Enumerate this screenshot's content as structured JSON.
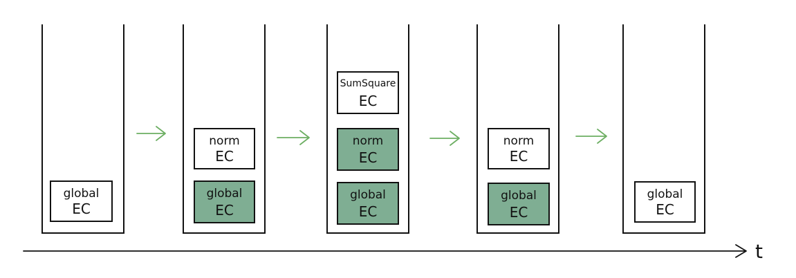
{
  "colors": {
    "active_frame": "#7fae93",
    "transition_arrow": "#6cae62",
    "ink": "#111111"
  },
  "time_axis": {
    "label": "t"
  },
  "stacks": [
    {
      "frames": [
        {
          "top": "global",
          "bottom": "EC",
          "active": false
        }
      ]
    },
    {
      "frames": [
        {
          "top": "global",
          "bottom": "EC",
          "active": true
        },
        {
          "top": "norm",
          "bottom": "EC",
          "active": false
        }
      ]
    },
    {
      "frames": [
        {
          "top": "global",
          "bottom": "EC",
          "active": true
        },
        {
          "top": "norm",
          "bottom": "EC",
          "active": true
        },
        {
          "top": "SumSquare",
          "bottom": "EC",
          "active": false
        }
      ]
    },
    {
      "frames": [
        {
          "top": "global",
          "bottom": "EC",
          "active": true
        },
        {
          "top": "norm",
          "bottom": "EC",
          "active": false
        }
      ]
    },
    {
      "frames": [
        {
          "top": "global",
          "bottom": "EC",
          "active": false
        }
      ]
    }
  ]
}
